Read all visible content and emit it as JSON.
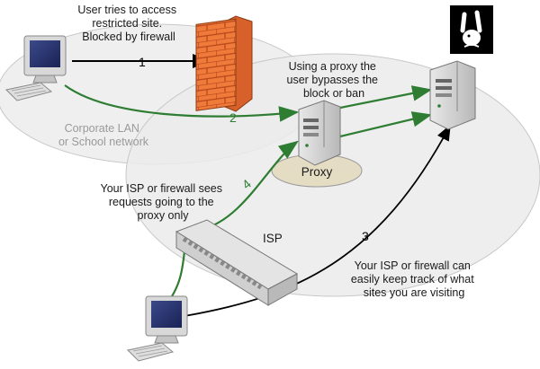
{
  "captions": {
    "blocked": [
      "User tries to access",
      "restricted site.",
      "Blocked by firewall"
    ],
    "proxy_note": [
      "Using a proxy the",
      "user bypasses the",
      "block or ban"
    ],
    "zone": [
      "Corporate LAN",
      "or School network"
    ],
    "isp_sees": [
      "Your ISP or firewall sees",
      "requests going to the",
      "proxy only"
    ],
    "isp_tracks": [
      "Your ISP or firewall can",
      "easily keep track of what",
      "sites you are visiting"
    ]
  },
  "labels": {
    "proxy": "Proxy",
    "isp": "ISP"
  },
  "paths": {
    "p1": "1",
    "p2": "2",
    "p3": "3",
    "p4": "4"
  },
  "colors": {
    "blocked_line": "#000000",
    "proxy_line": "#2e7d32",
    "direct_line": "#000000",
    "firewall_brick": "#f07a3a",
    "zone_fill": "#ececec"
  },
  "icons": {
    "computer_top": "desktop-computer-icon",
    "computer_bottom": "desktop-computer-icon",
    "firewall": "brick-firewall-icon",
    "proxy_server": "server-tower-icon",
    "destination_server": "server-tower-icon",
    "isp_switch": "network-switch-icon",
    "site_logo": "bunny-logo-icon"
  }
}
